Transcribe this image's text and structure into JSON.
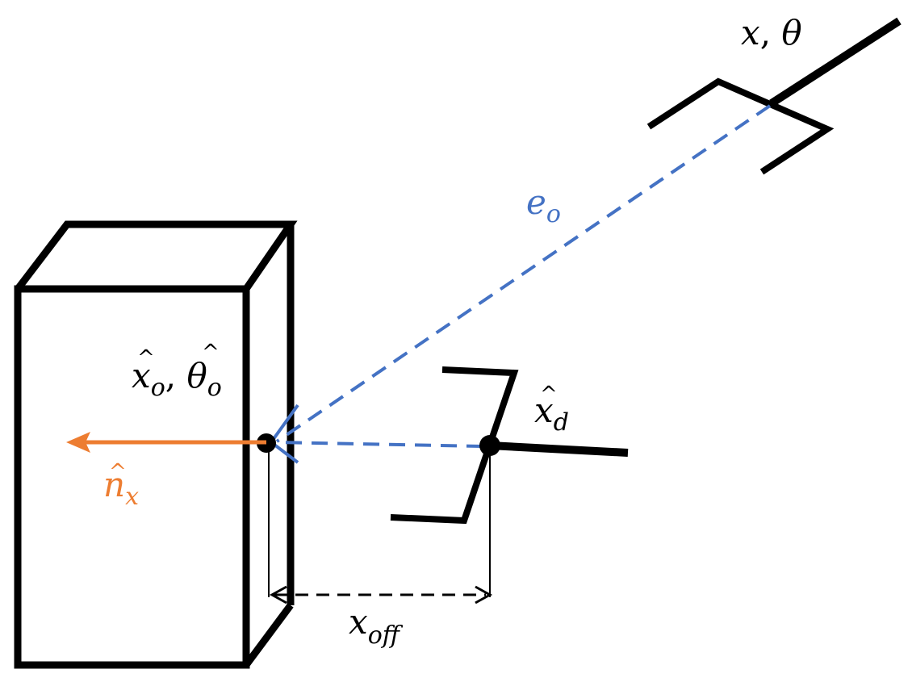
{
  "labels": {
    "pose": {
      "x": "x",
      "sep": ", ",
      "theta": "θ"
    },
    "error": {
      "base": "e",
      "sub": "o"
    },
    "object_pose": {
      "x": "x",
      "x_sub": "o",
      "sep": ", ",
      "theta": "θ",
      "theta_sub": "o",
      "hat": "^"
    },
    "desired": {
      "base": "x",
      "sub": "d",
      "hat": "^"
    },
    "normal": {
      "base": "n",
      "sub": "x",
      "hat": "^"
    },
    "offset": {
      "base": "x",
      "sub": "off"
    }
  },
  "colors": {
    "outline": "#000000",
    "error_line": "#4472c4",
    "normal_arrow": "#ed7d31"
  }
}
